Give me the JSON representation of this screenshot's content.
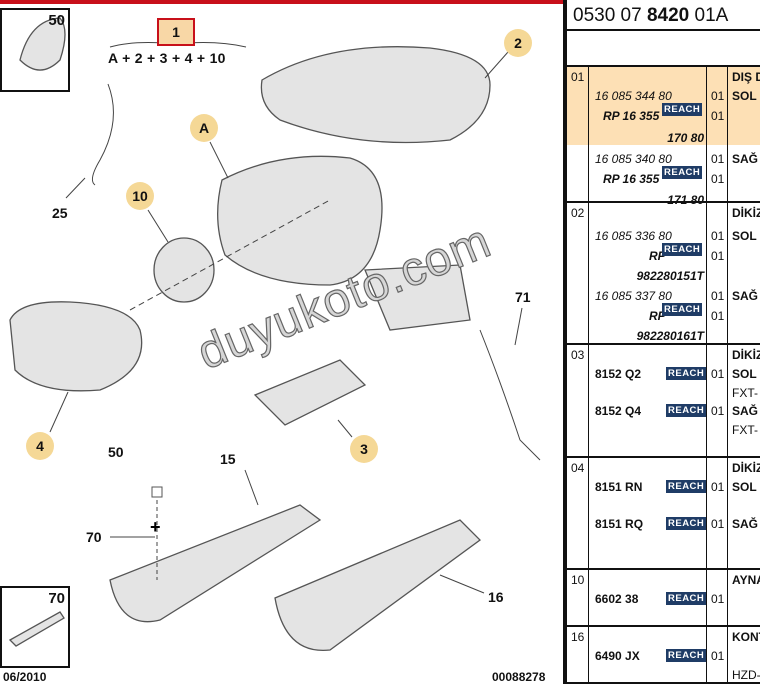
{
  "diagram": {
    "formula_result": "1",
    "formula": "A + 2 + 3 + 4 + 10",
    "inset_top": "50",
    "inset_bottom": "70",
    "callouts": [
      "2",
      "A",
      "10",
      "4",
      "3"
    ],
    "labels": [
      "25",
      "71",
      "50",
      "15",
      "70",
      "16"
    ],
    "date": "06/2010",
    "code": "00088278",
    "watermark": "duyukoto.com"
  },
  "colors": {
    "accent_red": "#c8101a",
    "callout": "#f5d896",
    "highlight": "#fde0b5",
    "reach_badge": "#1f3c66"
  },
  "panel": {
    "title_pre": "0530 07 ",
    "title_bold": "8420",
    "title_post": " 01A",
    "reach": "REACH",
    "groups": [
      {
        "id": "01",
        "desc": "DIŞ D",
        "rows": [
          {
            "ref": "16 085 344 80",
            "qty": "01",
            "side": "SOL"
          },
          {
            "ref": "RP 16 355",
            "qty": "01"
          },
          {
            "ref": "170 80"
          },
          {
            "ref": "16 085 340 80",
            "qty": "01",
            "side": "SAĞ"
          },
          {
            "ref": "RP 16 355",
            "qty": "01"
          },
          {
            "ref": "171 80"
          }
        ]
      },
      {
        "id": "02",
        "desc": "DİKİZ",
        "rows": [
          {
            "ref": "16 085 336 80",
            "qty": "01",
            "side": "SOL"
          },
          {
            "ref": "RP",
            "qty": "01"
          },
          {
            "ref": "982280151T"
          },
          {
            "ref": "16 085 337 80",
            "qty": "01",
            "side": "SAĞ"
          },
          {
            "ref": "RP",
            "qty": "01"
          },
          {
            "ref": "982280161T"
          }
        ]
      },
      {
        "id": "03",
        "desc": "DİKİZ",
        "rows": [
          {
            "ref": "8152 Q2",
            "qty": "01",
            "side": "SOL",
            "note": "FXT-"
          },
          {
            "ref": "8152 Q4",
            "qty": "01",
            "side": "SAĞ",
            "note": "FXT-"
          }
        ]
      },
      {
        "id": "04",
        "desc": "DİKİZ",
        "rows": [
          {
            "ref": "8151 RN",
            "qty": "01",
            "side": "SOL"
          },
          {
            "ref": "8151 RQ",
            "qty": "01",
            "side": "SAĞ"
          }
        ]
      },
      {
        "id": "10",
        "desc": "AYNA",
        "rows": [
          {
            "ref": "6602 38",
            "qty": "01"
          }
        ]
      },
      {
        "id": "16",
        "desc": "KONT",
        "rows": [
          {
            "ref": "6490 JX",
            "qty": "01",
            "note": "HZD-"
          }
        ]
      }
    ]
  }
}
